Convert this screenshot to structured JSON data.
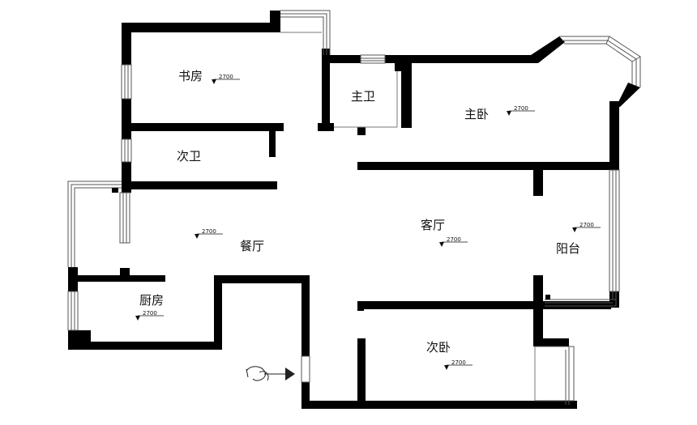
{
  "floorplan": {
    "rooms": {
      "study": "书房",
      "master_bath": "主卫",
      "master_bedroom": "主卧",
      "second_bath": "次卫",
      "dining": "餐厅",
      "living": "客厅",
      "balcony": "阳台",
      "kitchen": "厨房",
      "second_bedroom": "次卧"
    },
    "level_marks": {
      "study": "2700",
      "master_bedroom": "2700",
      "dining": "2700",
      "living": "2700",
      "balcony": "2700",
      "kitchen": "2700",
      "second_bedroom": "2700"
    }
  }
}
